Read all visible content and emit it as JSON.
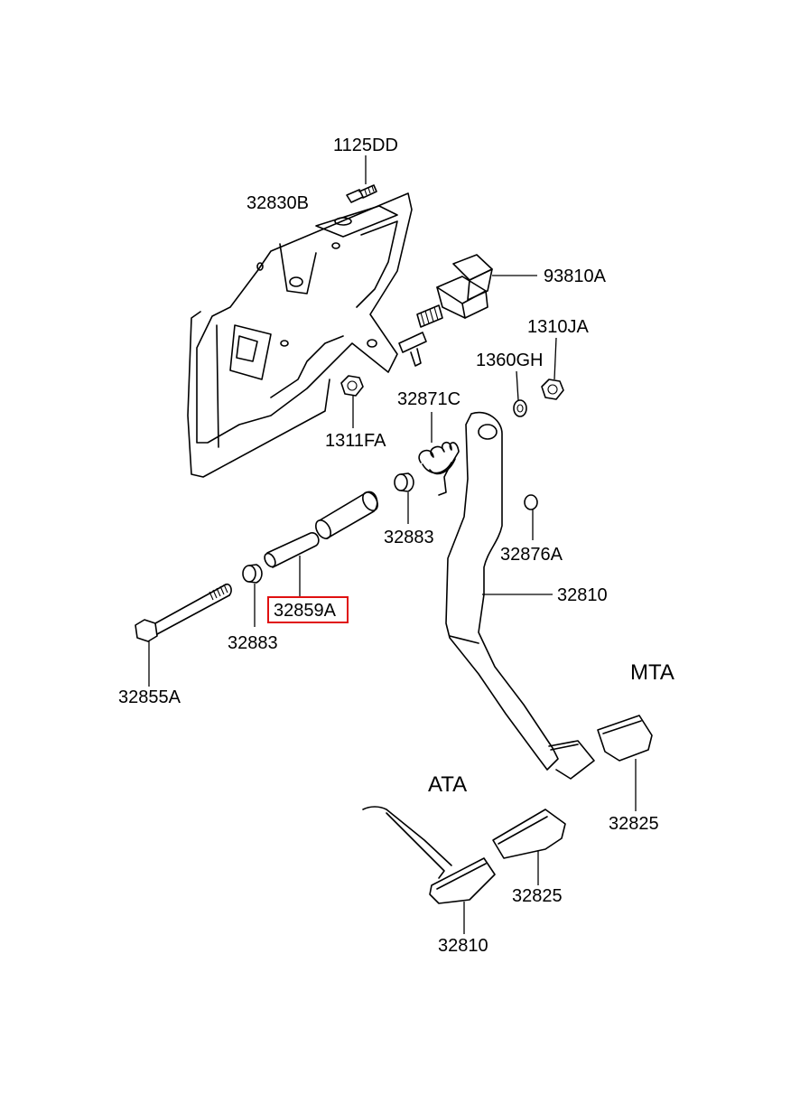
{
  "diagram": {
    "labels": {
      "bolt_top": "1125DD",
      "bracket": "32830B",
      "switch": "93810A",
      "nut_right": "1310JA",
      "washer_right": "1360GH",
      "nut_left": "1311FA",
      "spring": "32871C",
      "bushing_upper": "32883",
      "bushing_lower": "32883",
      "stopper": "32876A",
      "pedal_mta": "32810",
      "sleeve": "32859A",
      "bolt_long": "32855A",
      "pad_mta": "32825",
      "pad_ata": "32825",
      "pedal_ata": "32810"
    },
    "variant_labels": {
      "mta": "MTA",
      "ata": "ATA"
    },
    "highlighted_part": "32859A",
    "highlight_color": "#e01010"
  }
}
